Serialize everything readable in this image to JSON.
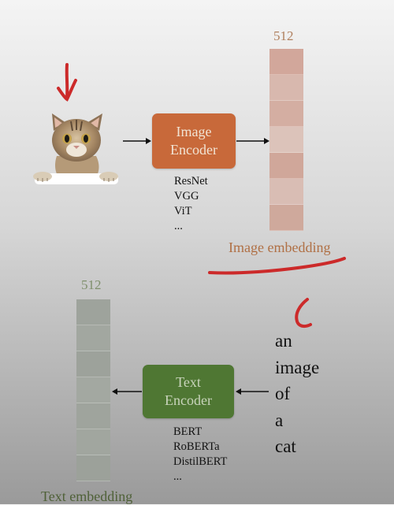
{
  "image_branch": {
    "dimension_label": "512",
    "encoder_line1": "Image",
    "encoder_line2": "Encoder",
    "models": [
      "ResNet",
      "VGG",
      "ViT",
      "..."
    ],
    "caption": "Image embedding",
    "encoder_color": "#c8693a",
    "embedding_colors": [
      "#d2a79b",
      "#d8b8ae",
      "#d4aea2",
      "#dcc3ba",
      "#d0a79a",
      "#d9bdb4",
      "#cfa99c"
    ]
  },
  "text_branch": {
    "dimension_label": "512",
    "encoder_line1": "Text",
    "encoder_line2": "Encoder",
    "models": [
      "BERT",
      "RoBERTa",
      "DistilBERT",
      "..."
    ],
    "caption": "Text embedding",
    "encoder_color": "#4f7733",
    "embedding_colors": [
      "#9ea39c",
      "#a2a7a0",
      "#9da29b",
      "#a3a8a1",
      "#9fa49d",
      "#a1a69f",
      "#9ca19a"
    ],
    "input_words": [
      "an",
      "image",
      "of",
      "a",
      "cat"
    ]
  },
  "annotation_color": "#cc2a2a"
}
